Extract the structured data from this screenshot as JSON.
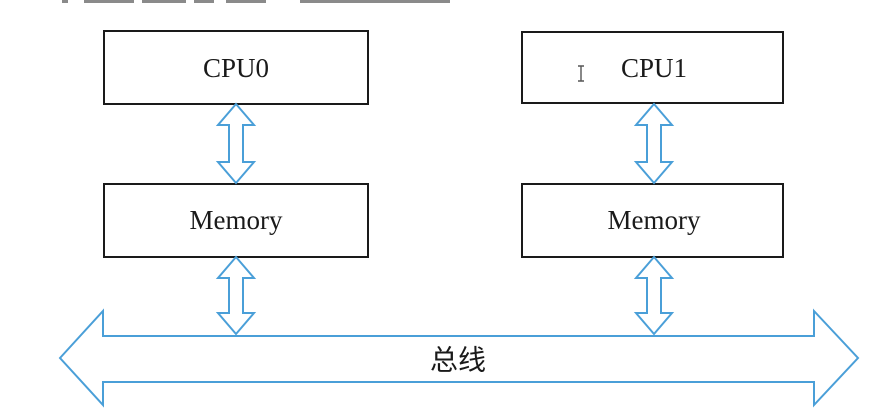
{
  "diagram": {
    "nodes": {
      "cpu0": "CPU0",
      "cpu1": "CPU1",
      "memory0": "Memory",
      "memory1": "Memory"
    },
    "bus_label": "总线"
  },
  "colors": {
    "arrow_stroke": "#4a9fd8",
    "box_stroke": "#1a1a1a"
  }
}
